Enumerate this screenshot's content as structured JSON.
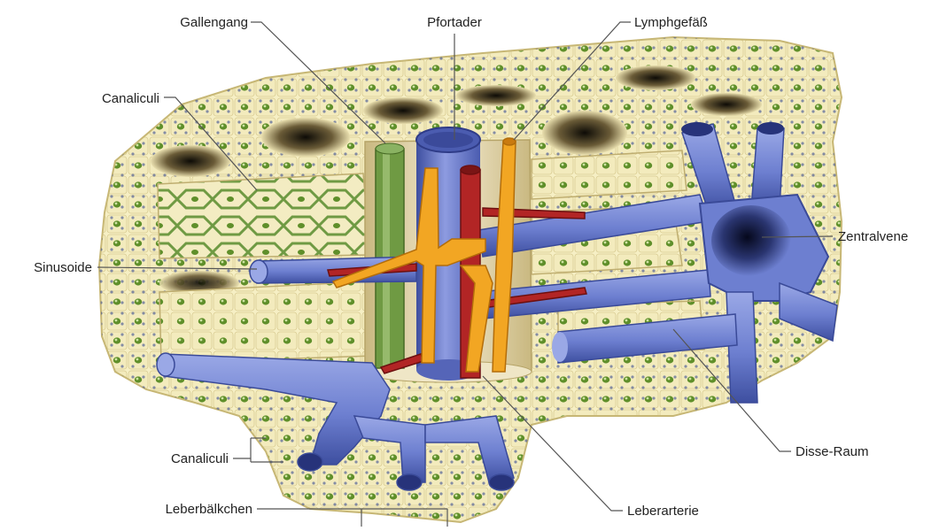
{
  "labels": {
    "gallengang": "Gallengang",
    "pfortader": "Pfortader",
    "lymphgefaess": "Lymphgefäß",
    "canaliculi_top": "Canaliculi",
    "sinusoide": "Sinusoide",
    "zentralvene": "Zentralvene",
    "canaliculi_bottom": "Canaliculi",
    "leberbaelkchen": "Leberbälkchen",
    "leberarterie": "Leberarterie",
    "disse_raum": "Disse-Raum"
  },
  "colors": {
    "tissue_fill": "#f6efc4",
    "tissue_edge": "#d8c98a",
    "cell_nucleus": "#5f8f2a",
    "dots": "#2a3f8f",
    "vein": "#6d7fd0",
    "vein_dark": "#3e4fa0",
    "artery": "#b22525",
    "lymph": "#f2a623",
    "bile": "#6f9a43",
    "hole": "#2b2416"
  }
}
